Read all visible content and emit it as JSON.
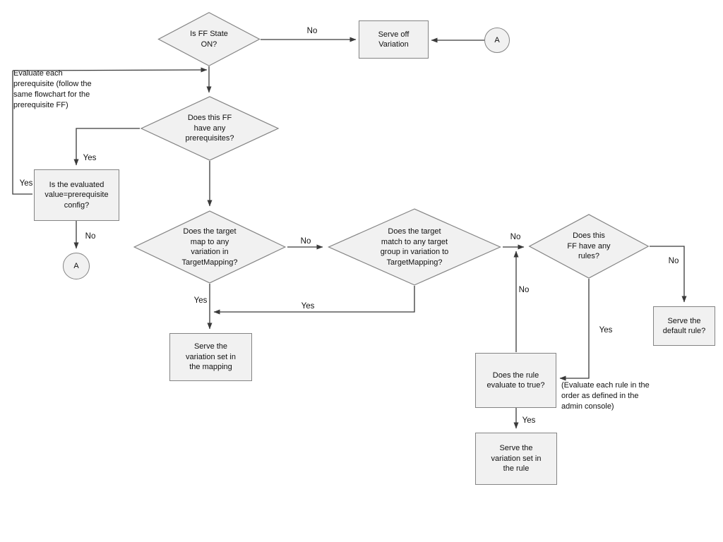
{
  "nodes": {
    "ff_state": {
      "text": "Is FF State\nON?"
    },
    "serve_off": {
      "text": "Serve off\nVariation"
    },
    "connector_a1": {
      "text": "A"
    },
    "prerequisites": {
      "text": "Does this FF\nhave any\nprerequisites?"
    },
    "eval_prereq": {
      "text": "Is the evaluated\nvalue=prerequisite\nconfig?"
    },
    "connector_a2": {
      "text": "A"
    },
    "target_map": {
      "text": "Does the target\nmap to any\nvariation in\nTargetMapping?"
    },
    "target_group": {
      "text": "Does the target\nmatch to any target\ngroup in variation to\nTargetMapping?"
    },
    "rules": {
      "text": "Does this\nFF have any\nrules?"
    },
    "default_rule": {
      "text": "Serve the\ndefault rule?"
    },
    "rule_eval": {
      "text": "Does the rule\nevaluate to true?"
    },
    "serve_rule": {
      "text": "Serve the\nvariation set in\nthe rule"
    },
    "serve_mapping": {
      "text": "Serve the\nvariation set in\nthe mapping"
    }
  },
  "notes": {
    "prereq_note": "Evaluate each\nprerequisite (follow the\nsame flowchart for the\nprerequisite FF)",
    "rule_order_note": "(Evaluate each rule in the\norder as defined in the\nadmin console)"
  },
  "labels": {
    "d1_no": "No",
    "d2_yes": "Yes",
    "left_yes": "Yes",
    "eval_no": "No",
    "d3_no": "No",
    "d3_yes": "Yes",
    "d4_no": "No",
    "d4_yes": "Yes",
    "rule_up_no": "No",
    "d5_no": "No",
    "d5_yes": "Yes",
    "rule_yes": "Yes"
  },
  "colors": {
    "background": "#ffffff",
    "shape_fill": "#f1f1f1",
    "shape_border": "#848484",
    "line": "#3a3a3a",
    "text": "#111111"
  }
}
